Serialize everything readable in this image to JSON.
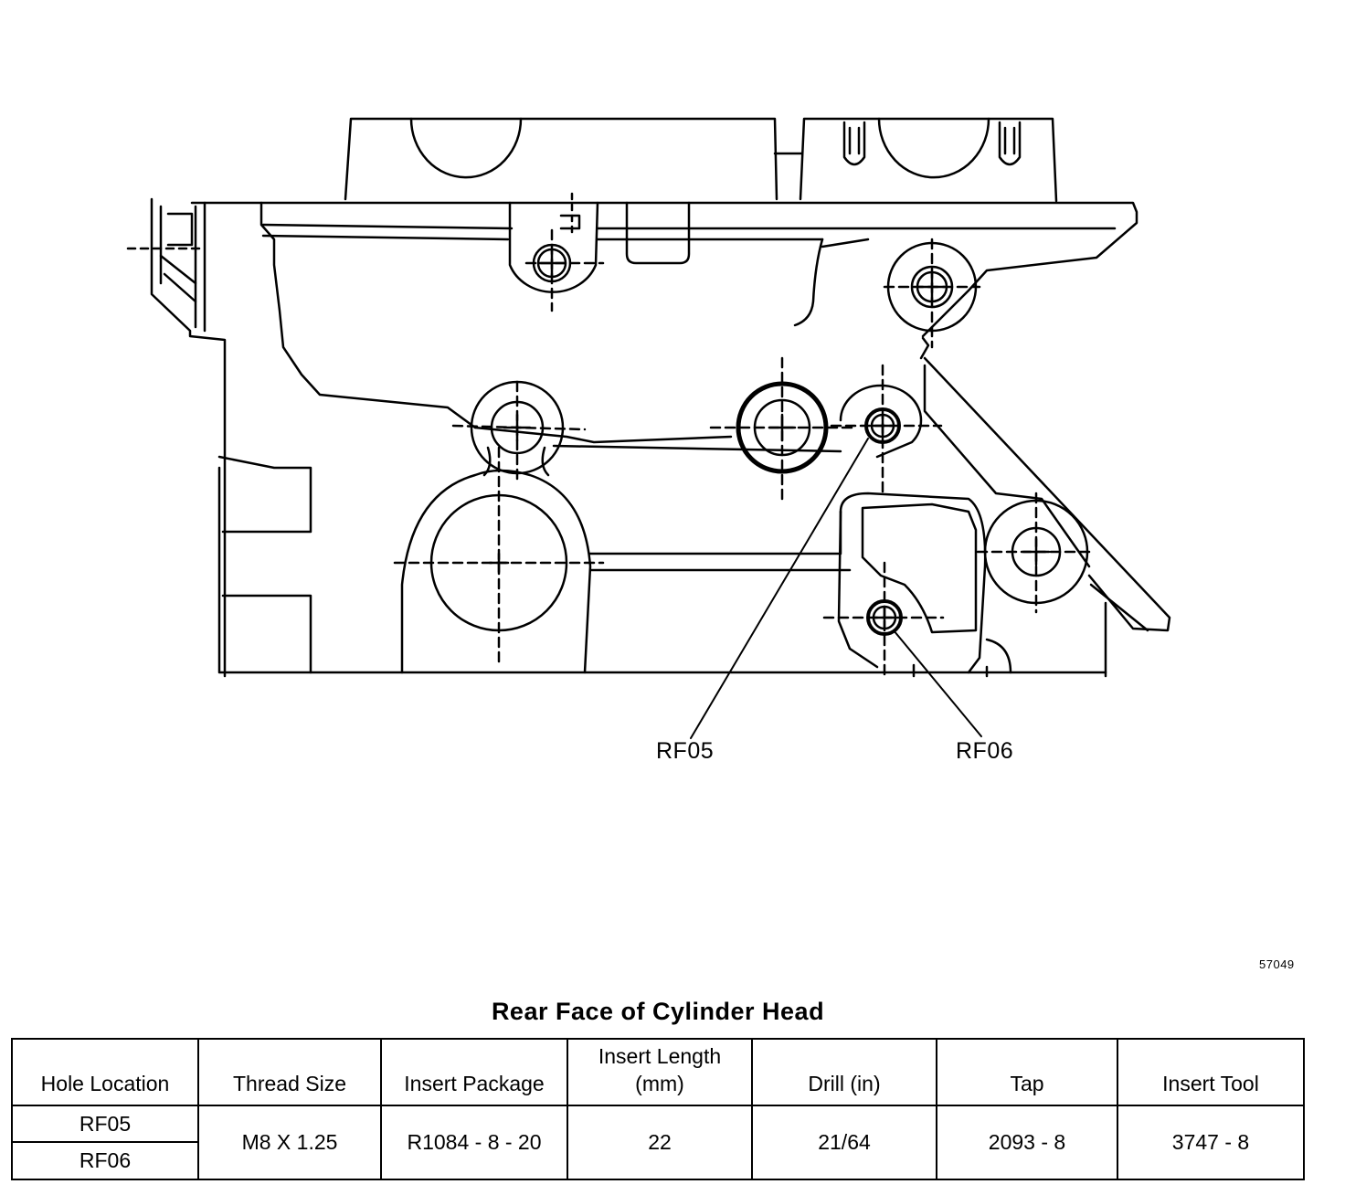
{
  "callouts": {
    "rf05": "RF05",
    "rf06": "RF06"
  },
  "figure_id": "57049",
  "table": {
    "title": "Rear Face of Cylinder Head",
    "headers": {
      "hole_location": "Hole Location",
      "thread_size": "Thread Size",
      "insert_package": "Insert Package",
      "insert_length_1": "Insert Length",
      "insert_length_2": "(mm)",
      "drill": "Drill (in)",
      "tap": "Tap",
      "insert_tool": "Insert Tool"
    },
    "rows": {
      "hole_1": "RF05",
      "hole_2": "RF06",
      "thread_size": "M8 X 1.25",
      "insert_package": "R1084 - 8 - 20",
      "insert_length": "22",
      "drill": "21/64",
      "tap": "2093 - 8",
      "insert_tool": "3747 - 8"
    }
  }
}
